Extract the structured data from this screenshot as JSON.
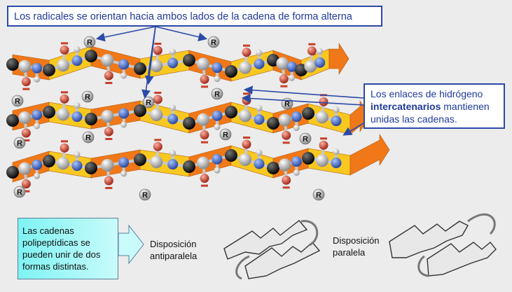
{
  "callouts": {
    "radicals": "Los radicales se orientan hacia ambos lados de la cadena de forma alterna",
    "hbond_pre": "Los enlaces de hidrógeno",
    "hbond_bold": "intercatenarios",
    "hbond_post": "mantienen unidas las cadenas."
  },
  "summary": {
    "text": "Las cadenas polipeptídicas se pueden unir de dos formas distintas."
  },
  "arrangements": {
    "antiparallel": "Disposición antiparalela",
    "parallel": "Disposición paralela"
  },
  "atom_label": "R",
  "colors": {
    "ribbon_orange": "#f07818",
    "ribbon_yellow": "#f8c820",
    "callout_border": "#2b4aa8",
    "callout_text": "#1f3a9a",
    "carbon": "#1a1a1a",
    "nitrogen": "#3f6fd0",
    "oxygen": "#c84028",
    "hydrogen": "#d8d8d8"
  }
}
